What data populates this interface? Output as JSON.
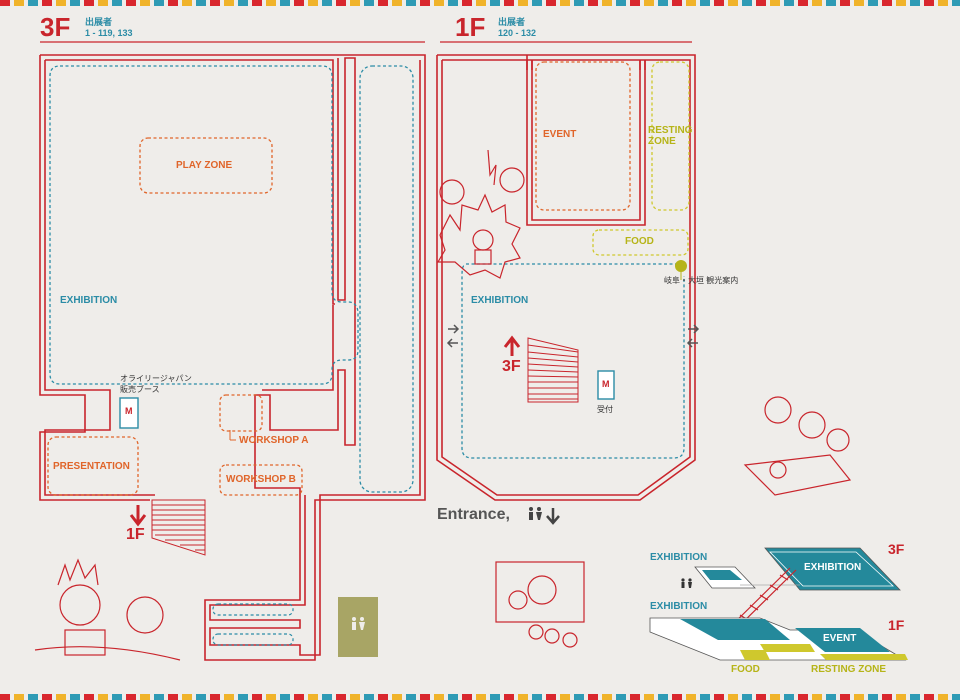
{
  "floor_3f": {
    "label": "3F",
    "exhibitors_label": "出展者",
    "exhibitors_range": "1 - 119, 133",
    "zones": {
      "play_zone": "PLAY ZONE",
      "exhibition": "EXHIBITION",
      "oreilly_booth_line1": "オライリージャパン",
      "oreilly_booth_line2": "販売ブース",
      "workshop_a": "WORKSHOP A",
      "workshop_b": "WORKSHOP B",
      "presentation": "PRESENTATION",
      "stairs_down_label": "1F",
      "maker_mark": "M"
    }
  },
  "floor_1f": {
    "label": "1F",
    "exhibitors_label": "出展者",
    "exhibitors_range": "120 - 132",
    "zones": {
      "event": "EVENT",
      "resting_line1": "RESTING",
      "resting_line2": "ZONE",
      "food": "FOOD",
      "tourist_info": "岐阜・大垣 観光案内",
      "exhibition": "EXHIBITION",
      "stairs_up_label": "3F",
      "reception_mark": "M",
      "reception": "受付"
    }
  },
  "entrance": {
    "label": "Entrance,",
    "restroom_icon": "restroom-icon",
    "arrow_icon": "arrow-down-icon"
  },
  "legend_3d": {
    "floor_3f": "3F",
    "floor_1f": "1F",
    "exhibition_3f_side": "EXHIBITION",
    "exhibition_3f_block": "EXHIBITION",
    "exhibition_1f_side": "EXHIBITION",
    "event_block": "EVENT",
    "food": "FOOD",
    "resting_zone": "RESTING ZONE"
  },
  "colors": {
    "wall_red": "#c9252c",
    "teal": "#2b8ca6",
    "orange": "#e0652a",
    "yellow": "#b6b418",
    "restroom_box": "#a8a565",
    "legend_teal": "#24899b",
    "background": "#efedea"
  }
}
